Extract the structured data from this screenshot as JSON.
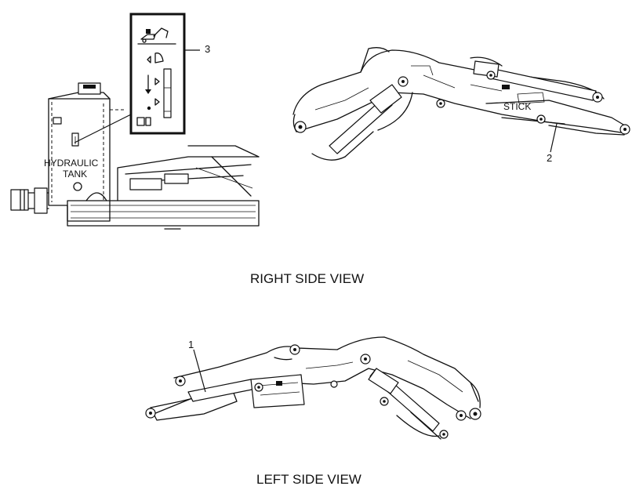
{
  "captions": {
    "right_side_view": "RIGHT SIDE VIEW",
    "left_side_view": "LEFT SIDE VIEW"
  },
  "labels": {
    "hydraulic_tank_line1": "HYDRAULIC",
    "hydraulic_tank_line2": "TANK",
    "stick": "STICK"
  },
  "callouts": {
    "c1": "1",
    "c2": "2",
    "c3": "3"
  },
  "icons": [
    "excavator-icon",
    "bucket-icon",
    "arrow-down-icon",
    "hydraulic-tank-icon"
  ]
}
